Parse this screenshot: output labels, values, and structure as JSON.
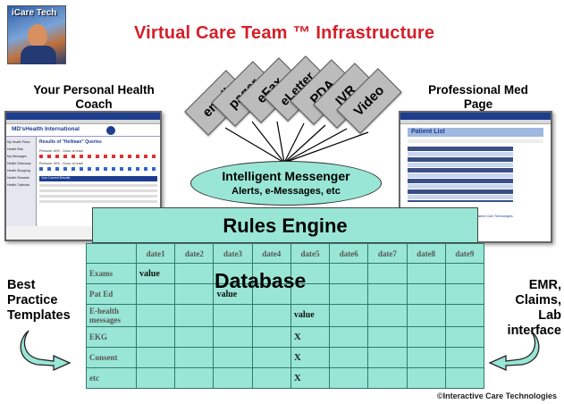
{
  "title": "Virtual Care Team ™ Infrastructure",
  "logo_label": "iCare Tech",
  "left_label": "Your Personal Health Coach",
  "right_label": "Professional Med Page",
  "left_shot": {
    "brand": "MD'sHealth International",
    "sidebar": [
      "My Health Plans",
      "Health Risk",
      "My Messages",
      "Health Dictionary",
      "Health Shopping",
      "Health Rewards",
      "Health Calendar"
    ],
    "heading": "Results of \"Hellman\" Queries",
    "row1": "Pressure: 60% - Good, on track",
    "row2": "Pressure: 50% - Good, on track",
    "section": "Your Current Results"
  },
  "right_shot": {
    "heading": "Patient List",
    "footer": "Copyright © 2000-2001 Interactive Care Technologies"
  },
  "channels": [
    "email",
    "pager",
    "eFax",
    "eLetter",
    "PDA",
    "IVR",
    "Video"
  ],
  "messenger": {
    "title": "Intelligent Messenger",
    "subtitle": "Alerts, e-Messages, etc"
  },
  "rules_engine": "Rules Engine",
  "database": {
    "label": "Database",
    "columns": [
      "date1",
      "date2",
      "date3",
      "date4",
      "date5",
      "date6",
      "date7",
      "date8",
      "date9"
    ],
    "rows": [
      {
        "label": "Exams",
        "cells": [
          "value",
          "",
          "",
          "",
          "",
          "",
          "",
          "",
          ""
        ]
      },
      {
        "label": "Pat Ed",
        "cells": [
          "",
          "",
          "value",
          "",
          "",
          "",
          "",
          "",
          ""
        ]
      },
      {
        "label": "E-health messages",
        "cells": [
          "",
          "",
          "",
          "",
          "value",
          "",
          "",
          "",
          ""
        ]
      },
      {
        "label": "EKG",
        "cells": [
          "",
          "",
          "",
          "",
          "X",
          "",
          "",
          "",
          ""
        ]
      },
      {
        "label": "Consent",
        "cells": [
          "",
          "",
          "",
          "",
          "X",
          "",
          "",
          "",
          ""
        ]
      },
      {
        "label": "etc",
        "cells": [
          "",
          "",
          "",
          "",
          "X",
          "",
          "",
          "",
          ""
        ]
      }
    ]
  },
  "best_practice": "Best Practice Templates",
  "emr": "EMR, Claims, Lab interface",
  "copyright": "©Interactive Care Technologies",
  "colors": {
    "title": "#d4202a",
    "teal": "#99e6d6",
    "arrow": "#99e6d6",
    "cards": "#bcbcbc"
  },
  "icons": [
    "cycle-arrow-left-icon",
    "cycle-arrow-right-icon"
  ]
}
